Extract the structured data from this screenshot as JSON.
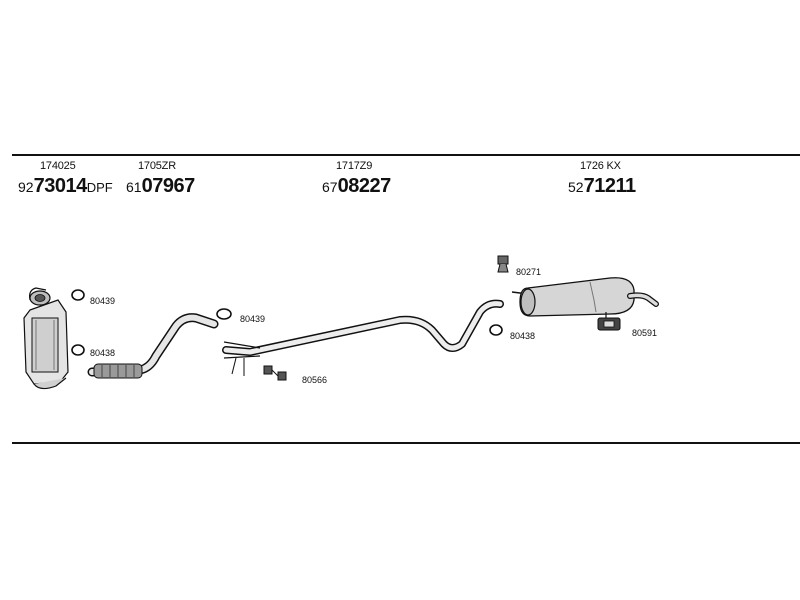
{
  "groups": [
    {
      "ref": "174025",
      "num_prefix": "92",
      "num_main": "73014",
      "num_suffix": "DPF"
    },
    {
      "ref": "1705ZR",
      "num_prefix": "61",
      "num_main": "07967",
      "num_suffix": ""
    },
    {
      "ref": "1717Z9",
      "num_prefix": "67",
      "num_main": "08227",
      "num_suffix": ""
    },
    {
      "ref": "1726 KX",
      "num_prefix": "52",
      "num_main": "71211",
      "num_suffix": ""
    }
  ],
  "clamps": {
    "c1": "80439",
    "c2": "80438",
    "c3": "80439",
    "c4": "80566",
    "c5": "80271",
    "c6": "80438",
    "c7": "80591"
  },
  "colors": {
    "line": "#111111",
    "part_fill": "#d9d9d9",
    "part_dark": "#6e6e6e"
  }
}
